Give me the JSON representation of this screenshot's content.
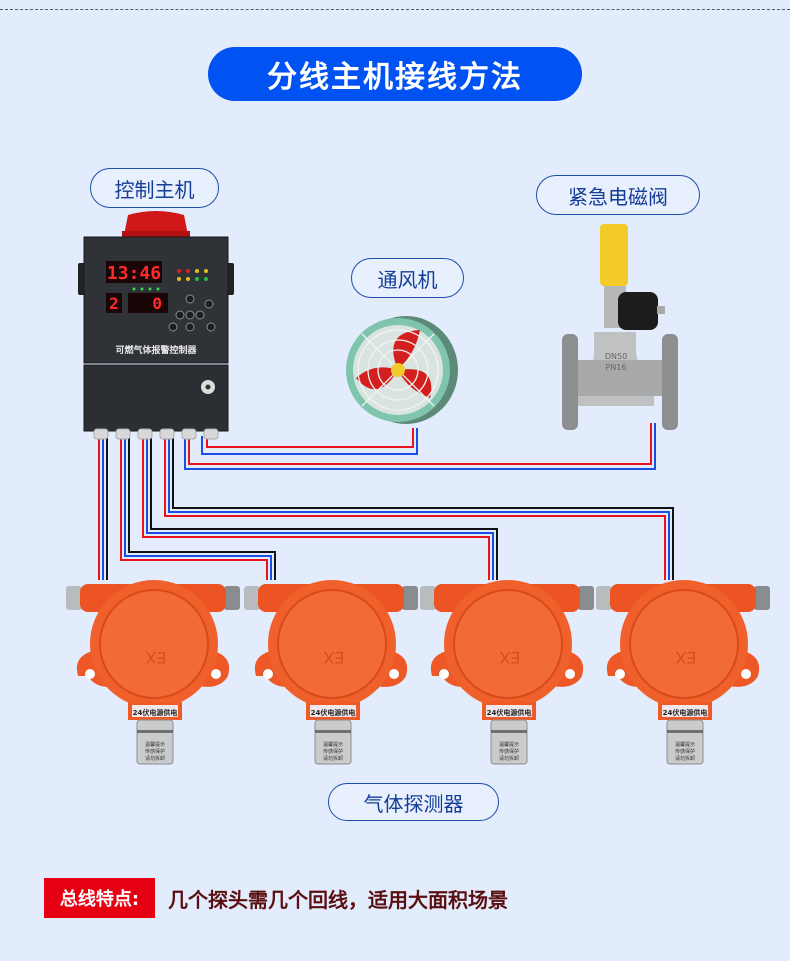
{
  "title": "分线主机接线方法",
  "labels": {
    "controller": "控制主机",
    "fan": "通风机",
    "valve": "紧急电磁阀",
    "detectors": "气体探测器"
  },
  "controller": {
    "clock_display": "13:46",
    "channel_display": "2",
    "value_display": "0",
    "panel_name": "可燃气体报警控制器"
  },
  "valve": {
    "marking_line1": "DN50",
    "marking_line2": "PN16"
  },
  "detectors": [
    {
      "label": "24伏电源供电",
      "sensor_text": [
        "温馨提示",
        "传感保护",
        "请勿拆卸"
      ],
      "mark": "EX"
    },
    {
      "label": "24伏电源供电",
      "sensor_text": [
        "温馨提示",
        "传感保护",
        "请勿拆卸"
      ],
      "mark": "EX"
    },
    {
      "label": "24伏电源供电",
      "sensor_text": [
        "温馨提示",
        "传感保护",
        "请勿拆卸"
      ],
      "mark": "EX"
    },
    {
      "label": "24伏电源供电",
      "sensor_text": [
        "温馨提示",
        "传感保护",
        "请勿拆卸"
      ],
      "mark": "EX"
    }
  ],
  "footer": {
    "tag": "总线特点:",
    "text": "几个探头需几个回线，适用大面积场景"
  },
  "colors": {
    "background": "#e2ecfd",
    "title_bg": "#0052f2",
    "pill_border": "#1f4ea8",
    "wire_red": "#e8141c",
    "wire_blue": "#1a4fe6",
    "wire_black": "#111111",
    "detector_orange": "#f05a24",
    "footer_tag_bg": "#e60012"
  }
}
